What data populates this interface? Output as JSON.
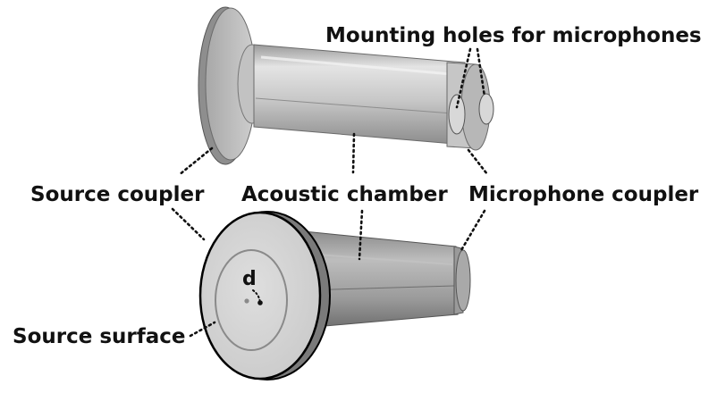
{
  "labels": {
    "mounting_holes": "Mounting holes for microphones",
    "source_coupler": "Source coupler",
    "acoustic_chamber": "Acoustic chamber",
    "microphone_coupler": "Microphone coupler",
    "source_surface": "Source surface",
    "diameter": "d"
  },
  "colors": {
    "text": "#111111",
    "leader": "#111111",
    "metal_light": "#d9d9d9",
    "metal_mid": "#b4b4b4",
    "metal_dark": "#7c7c7c",
    "source_face": "#d7d7d7",
    "edge": "#000000",
    "source_ring": "#8a8a8a"
  }
}
